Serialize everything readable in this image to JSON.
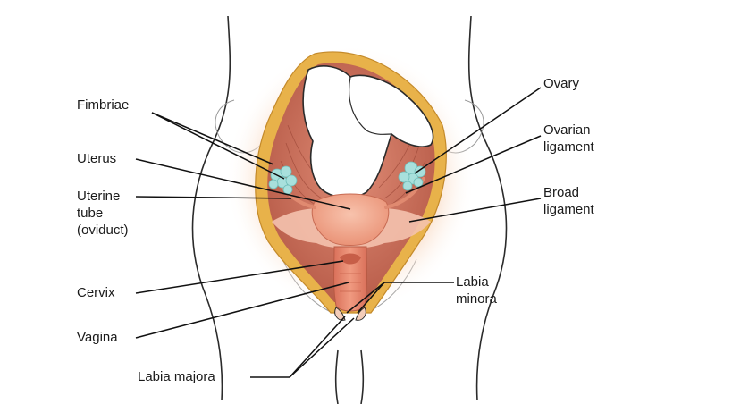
{
  "labels": {
    "fimbriae": "Fimbriae",
    "uterus": "Uterus",
    "uterine_tube": "Uterine\ntube\n(oviduct)",
    "cervix": "Cervix",
    "vagina": "Vagina",
    "labia_majora": "Labia majora",
    "ovary": "Ovary",
    "ovarian_ligament": "Ovarian\nligament",
    "broad_ligament": "Broad\nligament",
    "labia_minora": "Labia\nminora"
  },
  "colors": {
    "outline": "#2b2b2b",
    "leader_line": "#111111",
    "glow": "#f7c9a8",
    "fat_border": "#e8b24a",
    "cavity": "#c86a55",
    "uterus": "#f2a98f",
    "ovary": "#a8e0dc",
    "vagina": "#e9876d",
    "bowel": "#ffffff"
  }
}
